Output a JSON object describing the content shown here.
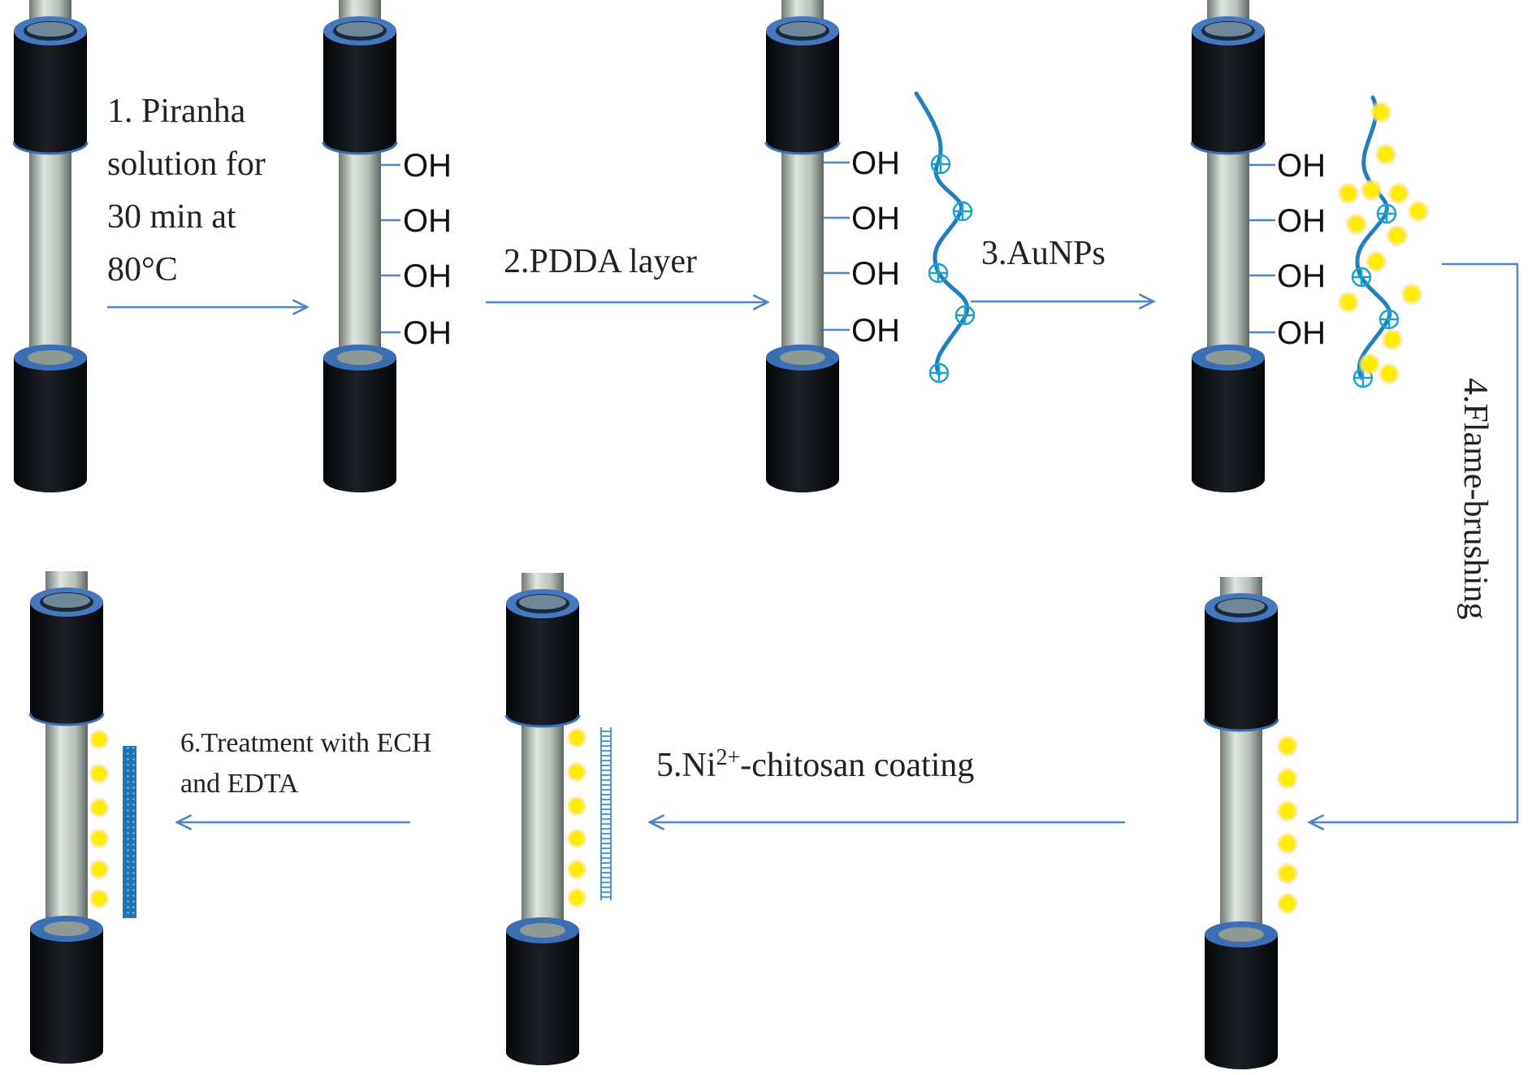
{
  "steps": {
    "step1": [
      "1. Piranha",
      "solution for",
      "30 min at",
      "80°C"
    ],
    "step2": "2.PDDA layer",
    "step3": "3.AuNPs",
    "step4": "4.Flame-brushing",
    "step5": {
      "prefix": "5.Ni",
      "superscript": "2+",
      "suffix": "-chitosan coating"
    },
    "step6": [
      "6.Treatment with ECH",
      "and EDTA"
    ]
  },
  "group_label": "OH",
  "charge_symbol": "⊕",
  "colors": {
    "electrode_cap": "#0d0f14",
    "electrode_rim": "#3a6fb5",
    "fiber": "#b9c4bd",
    "arrow": "#4a86c8",
    "polymer": "#1f7fc1",
    "charge": "#1aa3c7",
    "gold_nanoparticle": "#ffee00",
    "chitosan_layer": "#1f7fc1"
  }
}
